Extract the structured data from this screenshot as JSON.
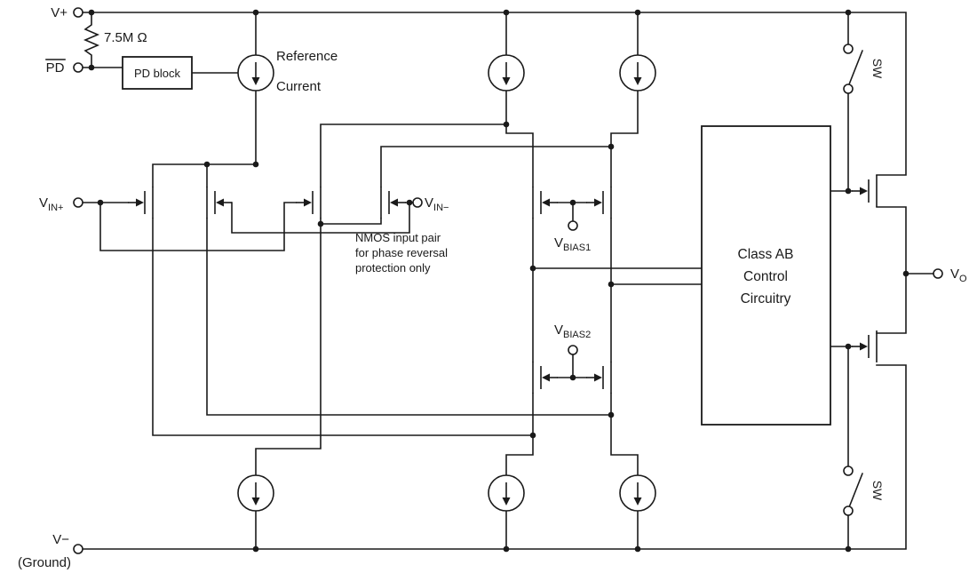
{
  "labels": {
    "v_plus": "V+",
    "pd_pin": "PD",
    "resistor": "7.5M Ω",
    "pd_block": "PD block",
    "ref_current_1": "Reference",
    "ref_current_2": "Current",
    "vin_plus": {
      "base": "V",
      "sub": "IN+"
    },
    "vin_minus": {
      "base": "V",
      "sub": "IN−"
    },
    "vbias1": {
      "base": "V",
      "sub": "BIAS1"
    },
    "vbias2": {
      "base": "V",
      "sub": "BIAS2"
    },
    "annotation": [
      "NMOS input pair",
      "for phase reversal",
      "protection only"
    ],
    "class_ab": [
      "Class AB",
      "Control",
      "Circuitry"
    ],
    "sw": "SW",
    "v_out": {
      "base": "V",
      "sub": "O"
    },
    "v_minus": "V−",
    "ground": "(Ground)"
  },
  "colors": {
    "ink": "#1a1a1a",
    "background": "#ffffff"
  }
}
